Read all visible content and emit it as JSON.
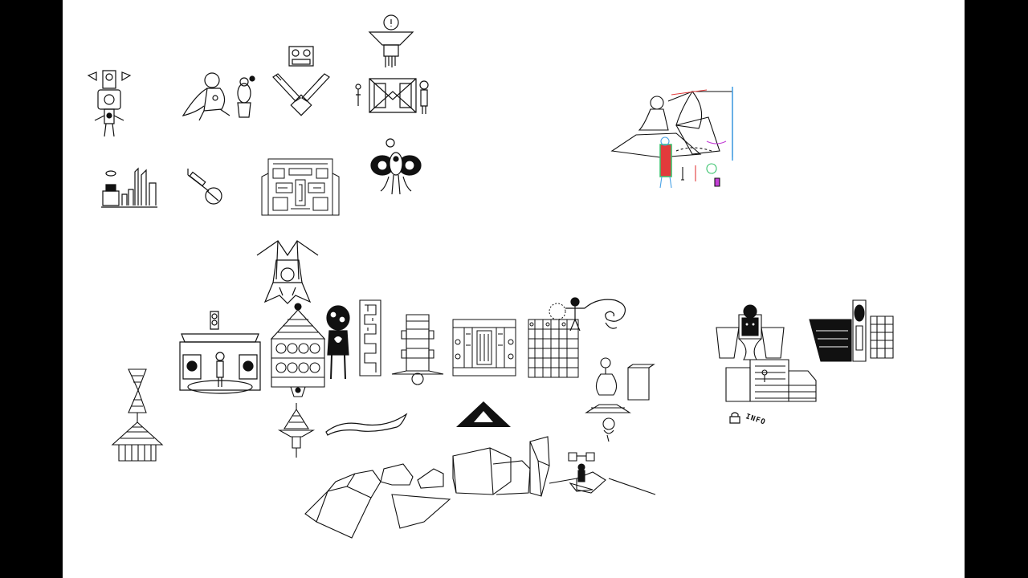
{
  "hud": {
    "info_label": "INFO"
  },
  "colors": {
    "background": "#ffffff",
    "letterbox": "#000000",
    "ink": "#111111",
    "accent_blue": "#4aa3e6",
    "accent_green": "#36c26a",
    "accent_red": "#e23b3b",
    "accent_magenta": "#c43fd6",
    "accent_yellow": "#e6c93c"
  },
  "sprites": [
    "robot-totem-figure",
    "sitting-caped-figure",
    "twin-arm-machine",
    "hanging-lamp-figure",
    "speaker-cabinet-pair",
    "tv-cityscape",
    "guitar-stick-figure",
    "maze-temple",
    "bug-mask-creature",
    "colorful-bedroom-scene",
    "winged-tribal-mask",
    "stage-portrait-room",
    "layered-pagoda",
    "alien-heart-figure",
    "serpent-tower",
    "ornate-spire",
    "ornate-gate",
    "cactus-grid-wall",
    "swirl-totem",
    "wing-bat-hanger",
    "balloon-lamp-figure",
    "hourglass-totem",
    "small-beacon",
    "floating-ribbon",
    "black-pyramid",
    "jagged-rock-terrain",
    "throne-totem-scene",
    "dark-stairway-scene",
    "lock-icon"
  ]
}
